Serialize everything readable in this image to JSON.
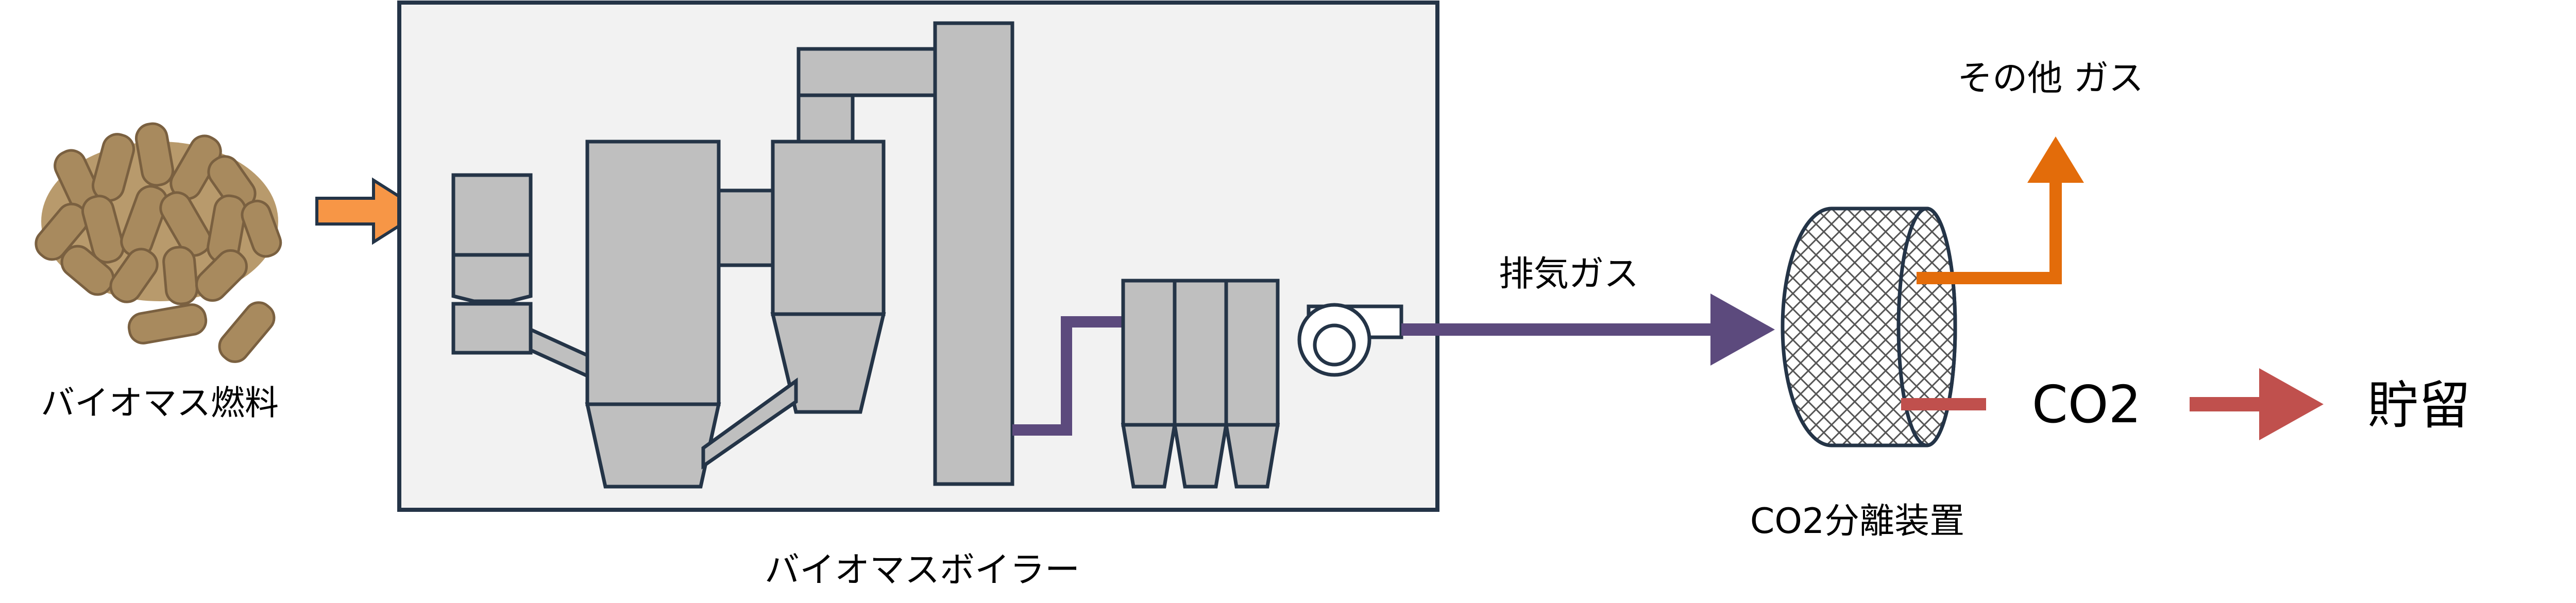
{
  "labels": {
    "fuel": "バイオマス燃料",
    "boiler": "バイオマスボイラー",
    "exhaust": "排気ガス",
    "other_gas": "その他 ガス",
    "co2": "CO2",
    "storage": "貯留",
    "separator": "CO2分離装置"
  },
  "colors": {
    "line_dark": "#243447",
    "equipment_fill": "#bfbfbf",
    "box_fill": "#f2f2f2",
    "input_arrow": "#f79646",
    "exhaust_line": "#5c4a7d",
    "other_gas_arrow": "#e36c0a",
    "co2_arrow": "#c0504d",
    "pellet": "#a88a5e"
  },
  "icons": {
    "fuel": "biomass-pellet-pile-icon",
    "fan": "blower-fan-icon",
    "separator": "cylindrical-separator-icon"
  }
}
